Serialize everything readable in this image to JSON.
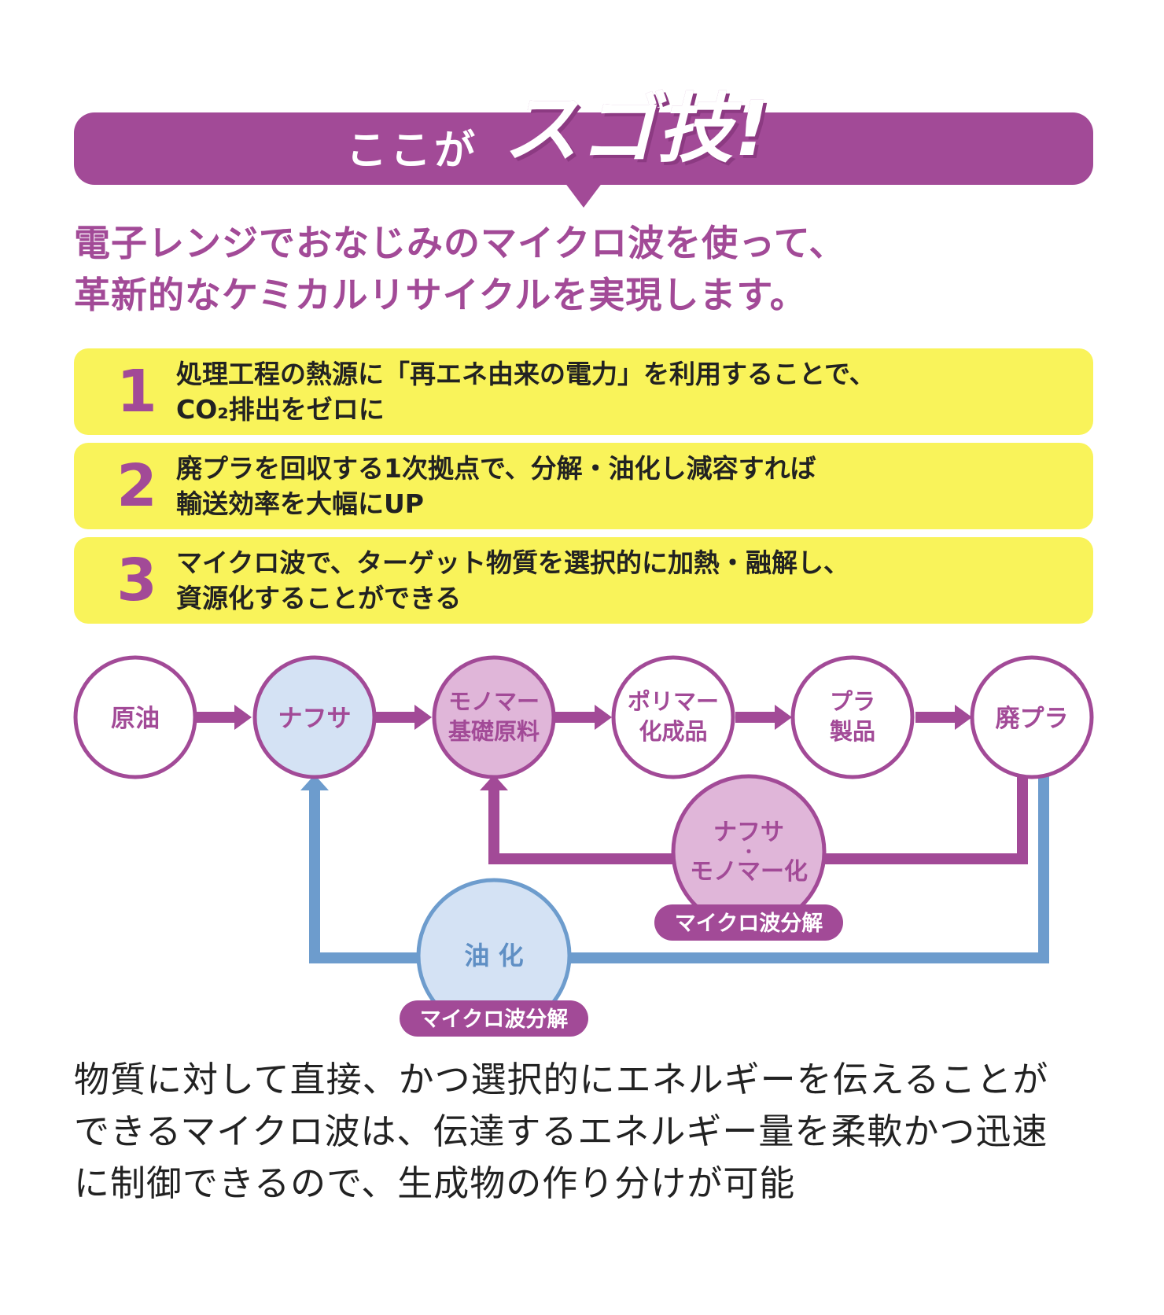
{
  "banner": {
    "lead": "ここが",
    "highlight": "スゴ技!",
    "background_color": "#a24a97"
  },
  "intro": {
    "lines": [
      "電子レンジでおなじみのマイクロ波を使って、",
      "革新的なケミカルリサイクルを実現します。"
    ]
  },
  "points": [
    {
      "number": "1",
      "lines": [
        "処理工程の熱源に「再エネ由来の電力」を利用することで、",
        "CO₂排出をゼロに"
      ]
    },
    {
      "number": "2",
      "lines": [
        "廃プラを回収する1次拠点で、分解・油化し減容すれば",
        "輸送効率を大幅にUP"
      ]
    },
    {
      "number": "3",
      "lines": [
        "マイクロ波で、ターゲット物質を選択的に加熱・融解し、",
        "資源化することができる"
      ]
    }
  ],
  "diagram": {
    "nodes": {
      "crude_oil": [
        "原油"
      ],
      "naphtha": [
        "ナフサ"
      ],
      "monomer": [
        "モノマー",
        "基礎原料"
      ],
      "polymer": [
        "ポリマー",
        "化成品"
      ],
      "plastic_products": [
        "プラ",
        "製品"
      ],
      "waste_plastic": [
        "廃プラ"
      ],
      "naphtha_monomerization": [
        "ナフサ",
        "・",
        "モノマー化"
      ],
      "oilification": [
        "油 化"
      ]
    },
    "pills": {
      "monomer_process": "マイクロ波分解",
      "oil_process": "マイクロ波分解"
    },
    "colors": {
      "purple": "#a24a97",
      "light_purple": "#e0b6d9",
      "blue": "#6d9ccd",
      "light_blue": "#d4e2f4",
      "yellow": "#f9f35a"
    }
  },
  "description": {
    "lines": [
      "物質に対して直接、かつ選択的にエネルギーを伝えることが",
      "できるマイクロ波は、伝達するエネルギー量を柔軟かつ迅速",
      "に制御できるので、生成物の作り分けが可能"
    ]
  }
}
